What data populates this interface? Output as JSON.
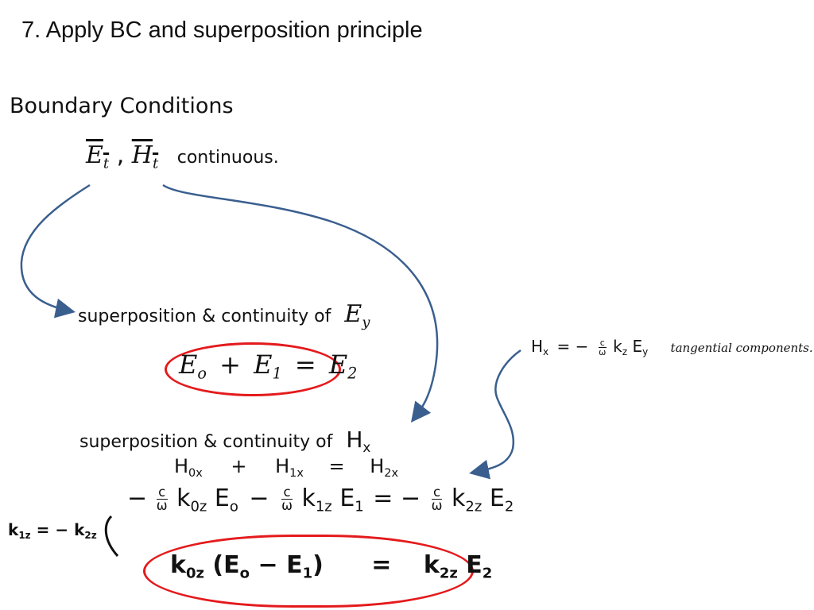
{
  "slide": {
    "title": "7. Apply BC and superposition principle"
  },
  "boundary": {
    "heading": "Boundary Conditions",
    "fields_E": "E",
    "fields_E_sub": "t",
    "fields_sep": ",",
    "fields_H": "H",
    "fields_H_sub": "t",
    "continuous": "continuous."
  },
  "ey_section": {
    "label": "superposition & continuity of",
    "field": "E",
    "field_sub": "y",
    "equation": {
      "t1": "E",
      "t1_sub": "o",
      "op1": "+",
      "t2": "E",
      "t2_sub": "1",
      "eq": "=",
      "t3": "E",
      "t3_sub": "2"
    }
  },
  "side_note": {
    "lhs": "H",
    "lhs_sub": "x",
    "eq": "= −",
    "frac_num": "c",
    "frac_den": "ω",
    "k": "k",
    "k_sub": "z",
    "e": "E",
    "e_sub": "y",
    "note": "tangential components."
  },
  "hx_section": {
    "label": "superposition & continuity of",
    "field": "H",
    "field_sub": "x",
    "line1": {
      "a": "H",
      "a_sub": "0x",
      "op": "+",
      "b": "H",
      "b_sub": "1x",
      "eq": "=",
      "c": "H",
      "c_sub": "2x"
    },
    "line2": {
      "neg1": "−",
      "num": "c",
      "den": "ω",
      "k0": "k",
      "k0_sub": "0z",
      "e0": "E",
      "e0_sub": "o",
      "minus": "−",
      "k1": "k",
      "k1_sub": "1z",
      "e1": "E",
      "e1_sub": "1",
      "eq": "= −",
      "k2": "k",
      "k2_sub": "2z",
      "e2": "E",
      "e2_sub": "2"
    }
  },
  "relation_note": {
    "k1": "k",
    "k1_sub": "1z",
    "eq": "= −",
    "k2": "k",
    "k2_sub": "2z"
  },
  "final_equation": {
    "k0": "k",
    "k0_sub": "0z",
    "paren_open": "(",
    "e0": "E",
    "e0_sub": "o",
    "minus": "−",
    "e1": "E",
    "e1_sub": "1",
    "paren_close": ")",
    "eq": "=",
    "k2": "k",
    "k2_sub": "2z",
    "e2": "E",
    "e2_sub": "2"
  },
  "colors": {
    "ink": "#111111",
    "arrow": "#3a5f8f",
    "highlight": "#e41a1c"
  }
}
